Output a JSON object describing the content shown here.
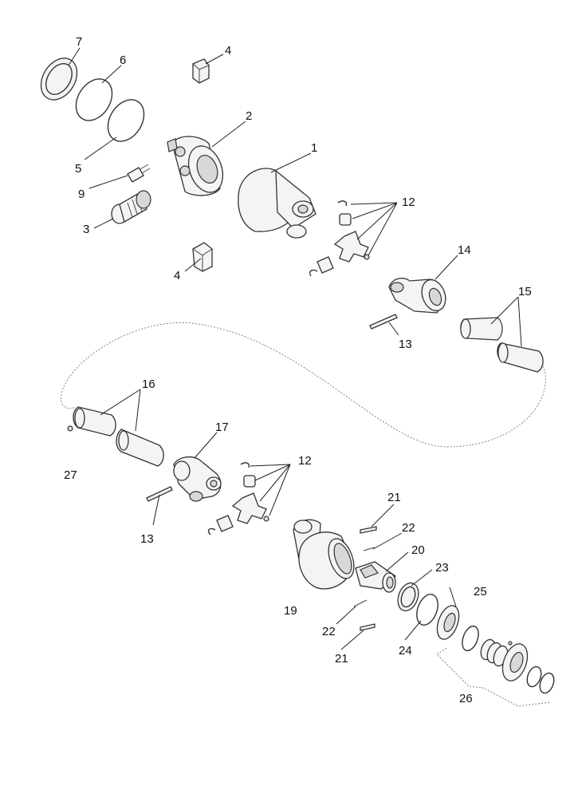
{
  "callouts": {
    "c1": "1",
    "c2": "2",
    "c3": "3",
    "c4a": "4",
    "c4b": "4",
    "c5": "5",
    "c6": "6",
    "c7": "7",
    "c9": "9",
    "c12a": "12",
    "c12b": "12",
    "c13a": "13",
    "c13b": "13",
    "c14": "14",
    "c15": "15",
    "c16": "16",
    "c17": "17",
    "c19": "19",
    "c20": "20",
    "c21a": "21",
    "c21b": "21",
    "c22a": "22",
    "c22b": "22",
    "c23": "23",
    "c24": "24",
    "c25": "25",
    "c26": "26",
    "c27": "27"
  }
}
